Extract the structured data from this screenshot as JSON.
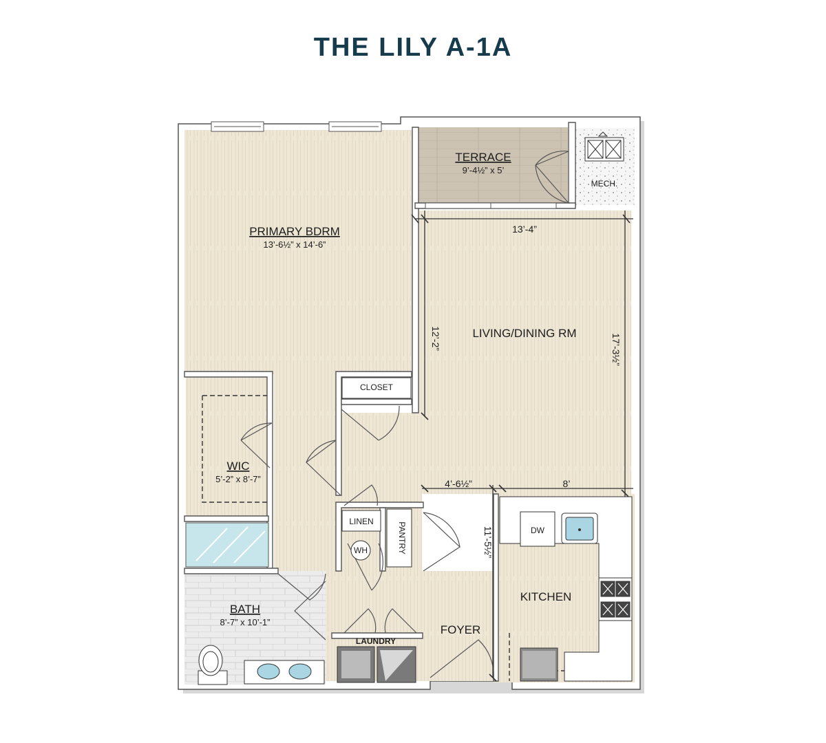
{
  "title": "THE LILY A-1A",
  "rooms": {
    "primary_bdrm": {
      "name": "PRIMARY BDRM",
      "dims": "13’-6½” x 14’-6”"
    },
    "terrace": {
      "name": "TERRACE",
      "dims": "9’-4½” x 5’"
    },
    "mech": {
      "name": "MECH."
    },
    "living": {
      "name": "LIVING/DINING RM"
    },
    "closet": {
      "name": "CLOSET"
    },
    "wic": {
      "name": "WIC",
      "dims": "5’-2” x 8’-7”"
    },
    "linen": {
      "name": "LINEN"
    },
    "pantry": {
      "name": "PANTRY"
    },
    "wh": {
      "name": "WH"
    },
    "dw": {
      "name": "DW"
    },
    "kitchen": {
      "name": "KITCHEN"
    },
    "bath": {
      "name": "BATH",
      "dims": "8’-7” x 10’-1”"
    },
    "laundry": {
      "name": "LAUNDRY"
    },
    "foyer": {
      "name": "FOYER"
    }
  },
  "dimensions": {
    "living_width": "13’-4”",
    "living_depth_left": "12’-2”",
    "living_depth_right": "17’-3½”",
    "dining_left": "4’-6½”",
    "kitchen_width": "8’",
    "kitchen_depth": "11’-5½”"
  },
  "colors": {
    "title": "#163b4c",
    "floor": "#eee7d6",
    "terrace": "#cdc3b3",
    "wall": "#ffffff",
    "wall_outline": "#444444",
    "tile": "#ececec",
    "mech": "#f4f4f4"
  },
  "icons": [
    "window-icon",
    "door-swing-icon",
    "toilet-icon",
    "sink-icon",
    "range-burner-icon",
    "washer-icon",
    "dryer-icon",
    "refrigerator-icon",
    "dishwasher-icon",
    "water-heater-icon",
    "mirror-icon"
  ]
}
